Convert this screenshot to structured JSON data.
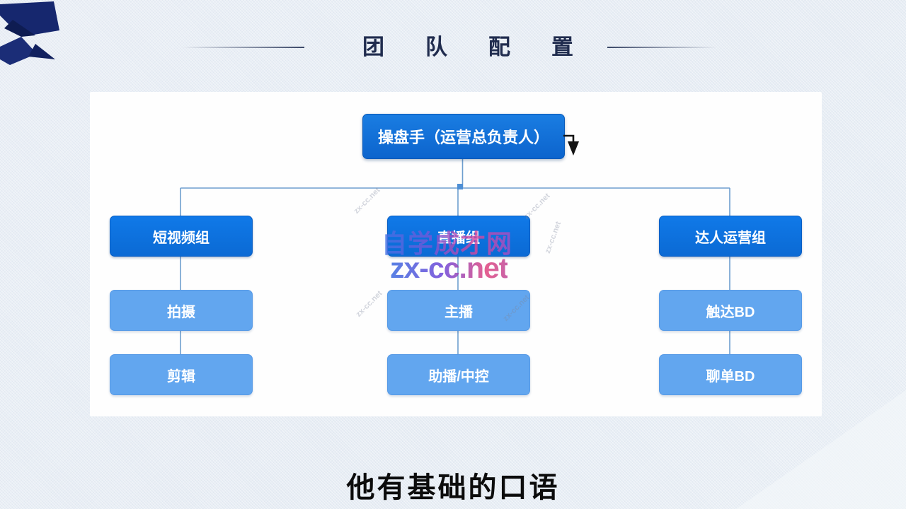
{
  "slide": {
    "title": "团队配置",
    "subtitle": "他有基础的口语"
  },
  "org_chart": {
    "root": {
      "label": "操盘手（运营总负责人）"
    },
    "groups": [
      {
        "label": "短视频组",
        "children": [
          "拍摄",
          "剪辑"
        ]
      },
      {
        "label": "直播组",
        "children": [
          "主播",
          "助播/中控"
        ]
      },
      {
        "label": "达人运营组",
        "children": [
          "触达BD",
          "聊单BD"
        ]
      }
    ]
  },
  "watermark": {
    "site_name": "自学成才网",
    "site_url": "zx-cc.net"
  },
  "colors": {
    "group_box_blue": "#0d6fd9",
    "sub_box_blue": "#62a6ef",
    "connector_blue": "#6e9ecf",
    "title_navy": "#202c4e",
    "background": "#e8edf4"
  }
}
